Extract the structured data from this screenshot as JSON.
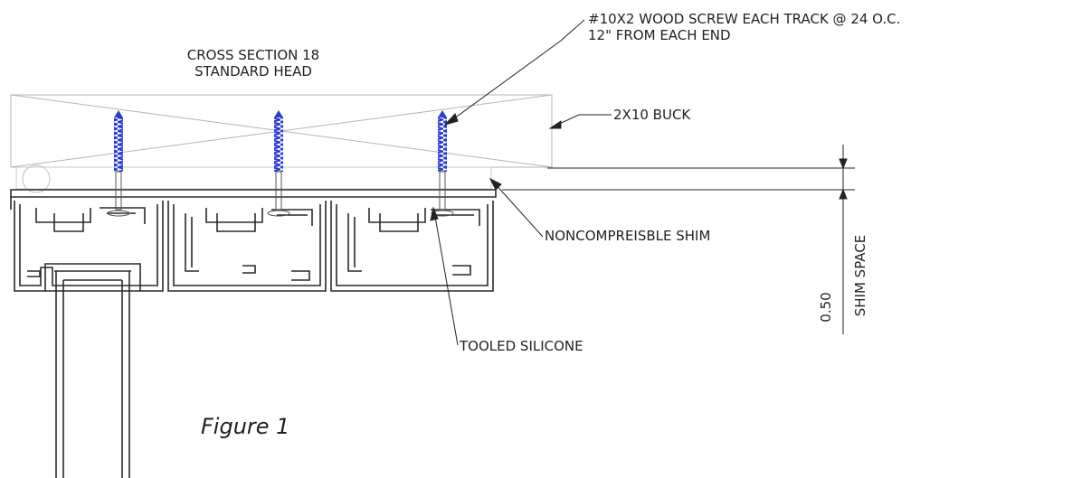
{
  "drawing": {
    "title_line1": "CROSS SECTION 18",
    "title_line2": "STANDARD HEAD",
    "screw_note_line1": "#10X2 WOOD SCREW EACH TRACK @ 24 O.C.",
    "screw_note_line2": "12\" FROM EACH END",
    "buck_label": "2X10 BUCK",
    "shim_label": "NONCOMPREISBLE SHIM",
    "silicone_label": "TOOLED SILICONE",
    "dim_value": "0.50",
    "dim_label": "SHIM SPACE",
    "screw_color": "#2b3bd6"
  },
  "caption": "Figure 1"
}
